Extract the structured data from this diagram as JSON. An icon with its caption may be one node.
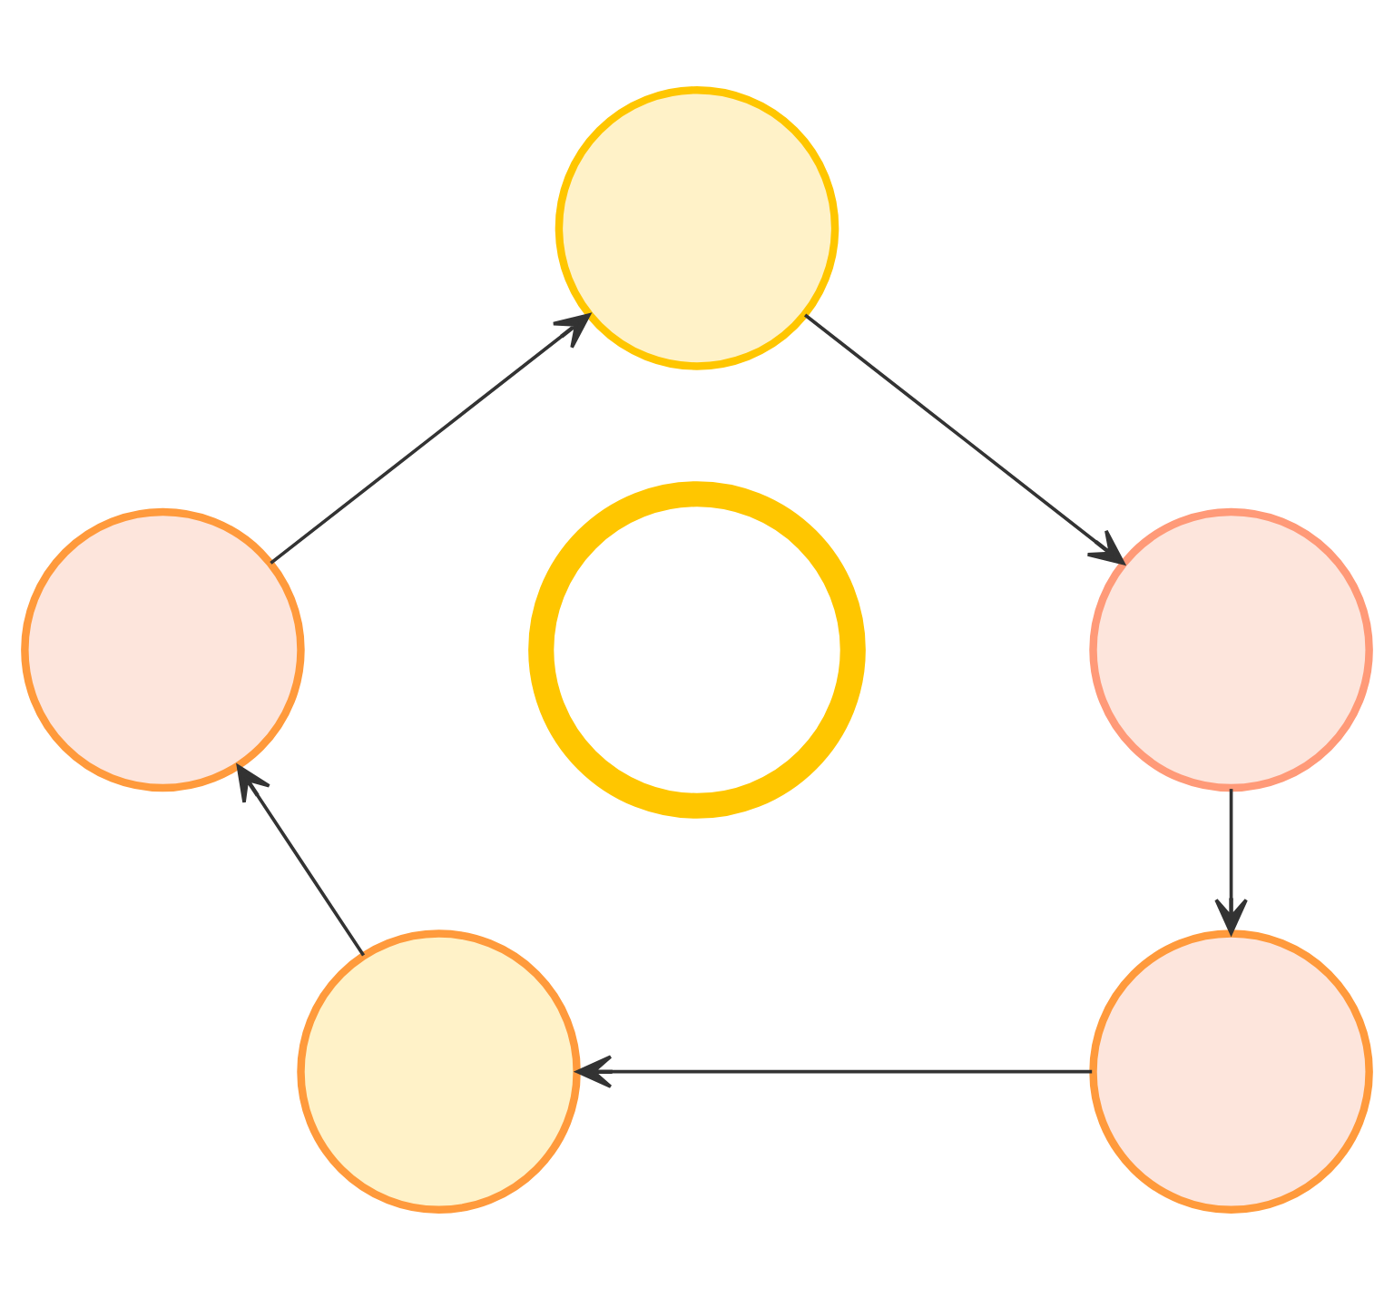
{
  "diagram": {
    "nodes": [
      {
        "text": [],
        "shape": "circle"
      },
      {
        "text": [],
        "shape": "circle"
      },
      {
        "text": [],
        "shape": "circle"
      },
      {
        "text": [],
        "shape": "circle"
      },
      {
        "text": [],
        "shape": "circle"
      },
      {
        "text": [],
        "shape": "circle"
      }
    ],
    "edges": [
      {
        "from": 0,
        "to": 2,
        "arrow": "to"
      },
      {
        "from": 2,
        "to": 4,
        "arrow": "to"
      },
      {
        "from": 4,
        "to": 5,
        "arrow": "to"
      },
      {
        "from": 5,
        "to": 1,
        "arrow": "to"
      },
      {
        "from": 1,
        "to": 0,
        "arrow": "to"
      }
    ]
  }
}
